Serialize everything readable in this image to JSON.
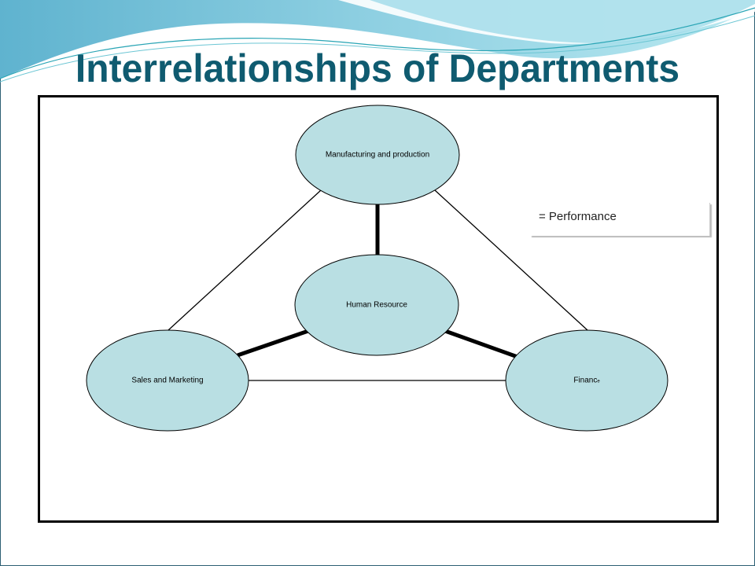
{
  "slide": {
    "title": "Interrelationships of Departments"
  },
  "diagram": {
    "nodes": {
      "top": "Manufacturing and production",
      "center": "Human Resource",
      "left": "Sales and Marketing",
      "right_main": "Financ",
      "right_tail": "e"
    },
    "legend": "= Performance",
    "colors": {
      "node_fill": "#b9dfe3",
      "title": "#0f5b70"
    }
  }
}
